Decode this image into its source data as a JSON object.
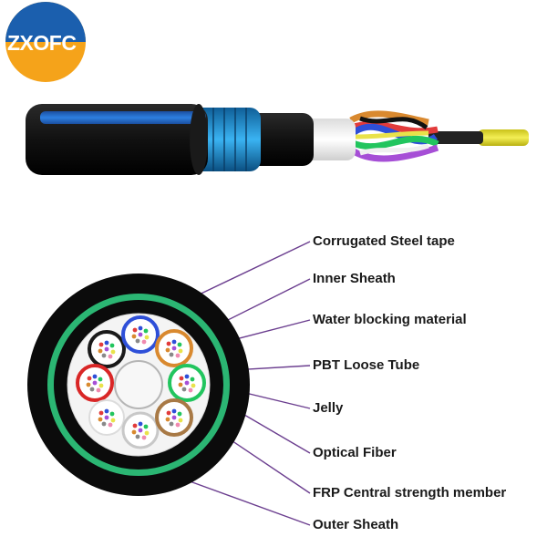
{
  "logo": {
    "text": "ZXOFC"
  },
  "labels": [
    "Corrugated Steel tape",
    "Inner Sheath",
    "Water blocking material",
    "PBT Loose Tube",
    "Jelly",
    "Optical Fiber",
    "FRP Central strength member",
    "Outer Sheath"
  ],
  "colors": {
    "sheath": "#0d0d0d",
    "steel_tape": "#2bb673",
    "stripe": "#1f6fd1",
    "fiber": "#e8e23a",
    "leader": "#6b3e8f",
    "logo_blue": "#1b5fae",
    "logo_orange": "#f5a31a"
  },
  "tube_colors": [
    "#1a1a1a",
    "#2e4fd8",
    "#d9892f",
    "#d92626",
    "#22c55e",
    "#c8c8c8",
    "#a87945",
    "#e6e6e6"
  ]
}
